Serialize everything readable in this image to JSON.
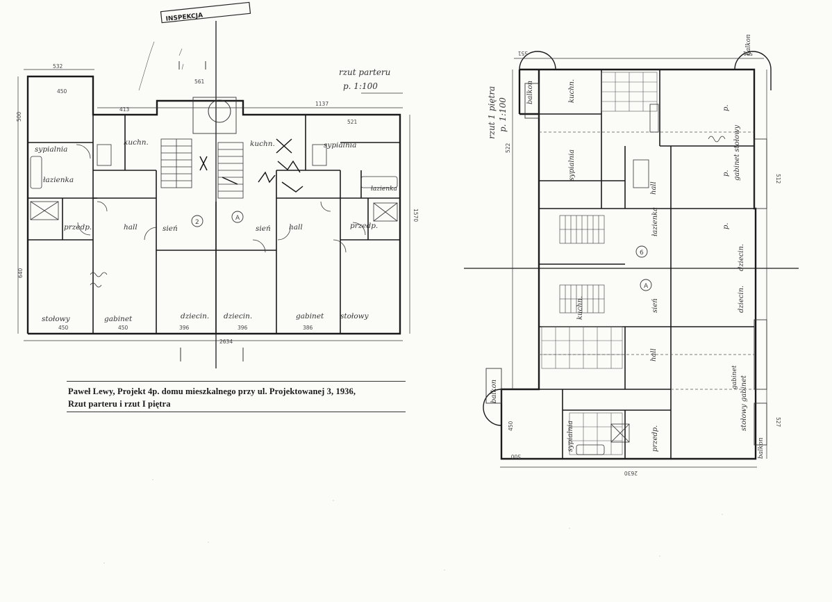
{
  "stamp": "INSPEKCJA",
  "caption": {
    "line1": "Paweł Lewy, Projekt 4p. domu mieszkalnego przy ul. Projektowanej 3, 1936,",
    "line2": "Rzut parteru i rzut I piętra"
  },
  "ground_plan": {
    "title_line1": "rzut parteru",
    "title_line2": "p. 1:100",
    "rooms": {
      "sypialnia_l": "sypialnia",
      "lazienka_l": "łazienka",
      "kuchnia_l": "kuchn.",
      "hall_l": "hall",
      "sien_l": "sień",
      "przedp_l": "przedp.",
      "stolowy_l": "stołowy",
      "gabinet_l": "gabinet",
      "dziecin_l": "dziecin.",
      "dziecin_r": "dziecin.",
      "hall_r": "hall",
      "sien_r": "sień",
      "kuchnia_r": "kuchn.",
      "sypialnia_r": "sypialnia",
      "lazienka_r": "łazienka",
      "przedp_r": "przedp.",
      "gabinet_r": "gabinet",
      "stolowy_r": "stołowy"
    },
    "dims": {
      "top_left": "532",
      "left_room_w": "450",
      "k1": "413",
      "k2": "561",
      "k3": "1137",
      "k4": "521",
      "h1": "500",
      "h2": "640",
      "h3": "1570",
      "bot1": "450",
      "bot2": "450",
      "bot3": "396",
      "bot4": "396",
      "bot5": "386",
      "bot_total": "2634",
      "r1": "2",
      "r2": "A"
    }
  },
  "first_plan": {
    "title_line1": "rzut 1 piętra",
    "title_line2": "p. 1:100",
    "rooms": {
      "balkon_1": "balkon",
      "balkon_2": "balkon",
      "balkon_3": "balkon",
      "balkon_4": "balkon",
      "sypialnia_1": "sypialnia",
      "sypialnia_2": "sypialnia",
      "gabinet_1": "gabinet stołowy",
      "gabinet_2": "gabinet",
      "pok_1": "p.",
      "pok_2": "p.",
      "pok_3": "p.",
      "dziecin_1": "dziecin.",
      "dziecin_2": "dziecin.",
      "hall_1": "hall",
      "hall_2": "hall",
      "kuchnia_1": "kuchn.",
      "kuchnia_2": "kuchn.",
      "lazienka_1": "łazienka",
      "sien_1": "sień",
      "przedp_1": "przedp.",
      "stolowy_1": "stołowy gabinet",
      "r1": "6",
      "r2": "A"
    },
    "dims": {
      "total": "2630",
      "w1": "551",
      "w2": "551",
      "w3": "500",
      "w4": "450",
      "s1": "522",
      "s2": "512",
      "s3": "527"
    }
  }
}
